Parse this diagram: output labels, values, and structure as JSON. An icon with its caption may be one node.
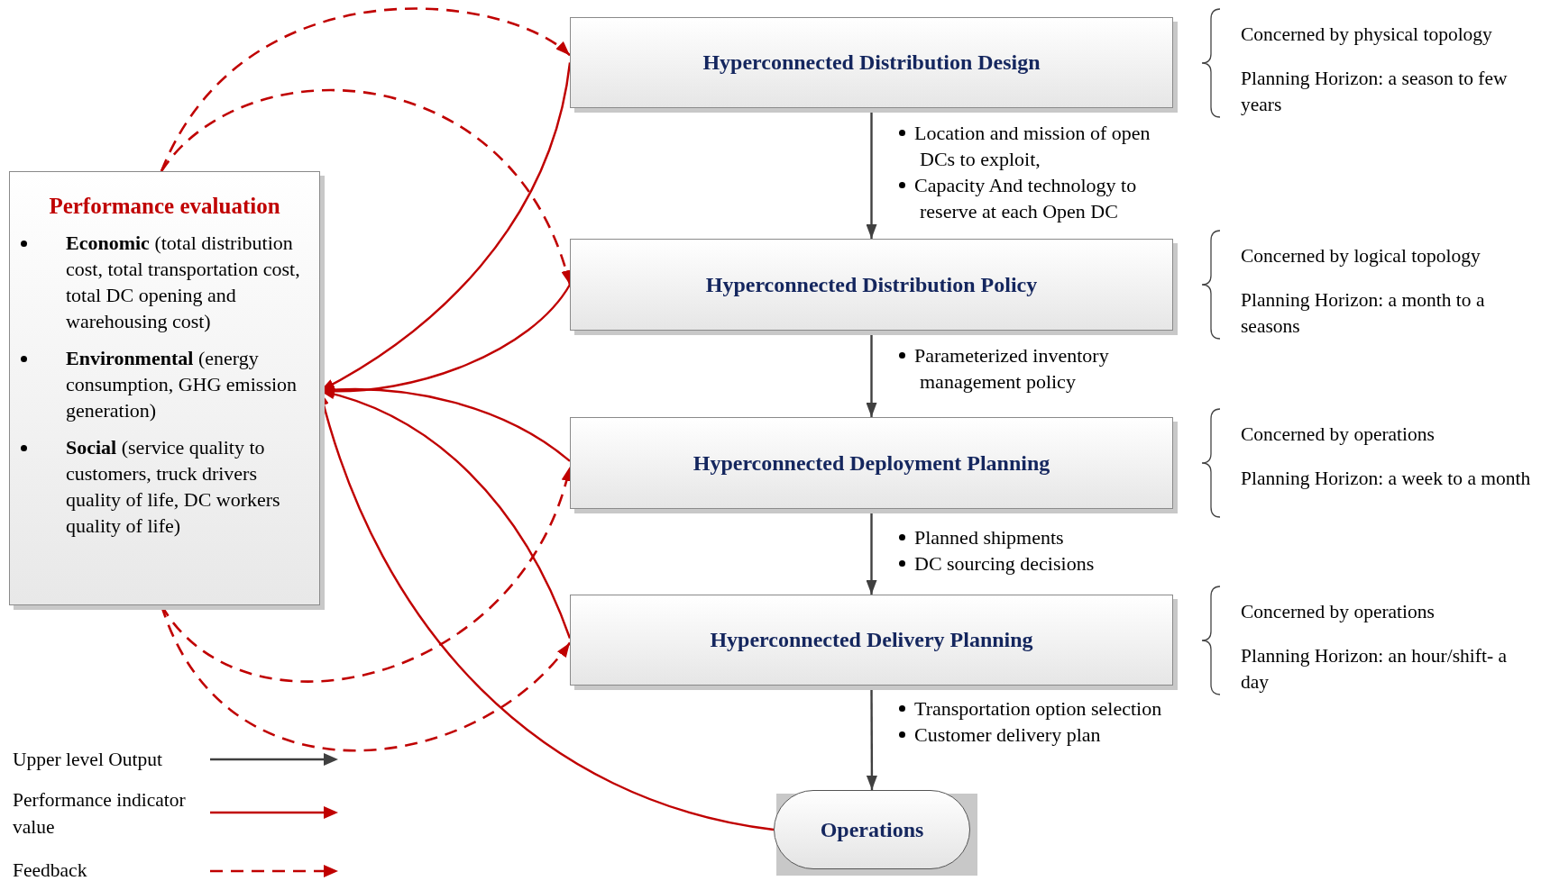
{
  "diagram": {
    "nodes": [
      {
        "text": [
          "Performance evaluation",
          "**Economic** (total distribution cost, total transportation cost, total DC opening and warehousing cost)",
          "**Environmental** (energy consumption, GHG emission generation)",
          "**Social** (service quality to customers, truck drivers quality of life, DC workers quality of life)"
        ]
      },
      {
        "text": [
          "Hyperconnected Distribution Design"
        ],
        "beside": [
          "Concerned by physical topology",
          "Planning Horizon: a season to few years"
        ]
      },
      {
        "text": [
          "Hyperconnected Distribution Policy"
        ],
        "beside": [
          "Concerned by logical topology",
          "Planning Horizon: a month to a seasons"
        ]
      },
      {
        "text": [
          "Hyperconnected Deployment Planning"
        ],
        "beside": [
          "Concerned by operations",
          "Planning Horizon: a week to a month"
        ]
      },
      {
        "text": [
          "Hyperconnected Delivery Planning"
        ],
        "beside": [
          "Concerned by operations",
          "Planning Horizon: an hour/shift- a day"
        ]
      },
      {
        "text": [
          "Operations"
        ]
      }
    ],
    "edges": [
      {
        "from": 1,
        "to": 2,
        "arrow": "to",
        "color": "#404040"
      },
      {
        "from": 2,
        "to": 3,
        "arrow": "to",
        "color": "#404040"
      },
      {
        "from": 3,
        "to": 4,
        "arrow": "to",
        "color": "#404040"
      },
      {
        "from": 4,
        "to": 5,
        "arrow": "to",
        "color": "#404040"
      },
      {
        "from": 1,
        "to": 0,
        "arrow": "to"
      },
      {
        "from": 2,
        "to": 0,
        "arrow": "to"
      },
      {
        "from": 3,
        "to": 0,
        "arrow": "to"
      },
      {
        "from": 4,
        "to": 0,
        "arrow": "to"
      },
      {
        "from": 5,
        "to": 0,
        "arrow": "to"
      },
      {
        "from": 0,
        "to": 1,
        "arrow": "to",
        "style": "dashed"
      },
      {
        "from": 0,
        "to": 2,
        "arrow": "to",
        "style": "dashed"
      },
      {
        "from": 0,
        "to": 3,
        "arrow": "to",
        "style": "dashed"
      },
      {
        "from": 0,
        "to": 4,
        "arrow": "to",
        "style": "dashed"
      }
    ],
    "labels": [
      "Location and mission of open DCs to exploit,",
      "Capacity And technology to reserve at each Open DC",
      "Parameterized inventory management policy",
      "Planned shipments",
      "DC sourcing decisions",
      "Transportation option selection",
      "Customer delivery plan"
    ],
    "legend": [
      {
        "text": "Upper level Output"
      },
      {
        "text": "Performance indicator value"
      },
      {
        "text": "Feedback"
      }
    ]
  }
}
